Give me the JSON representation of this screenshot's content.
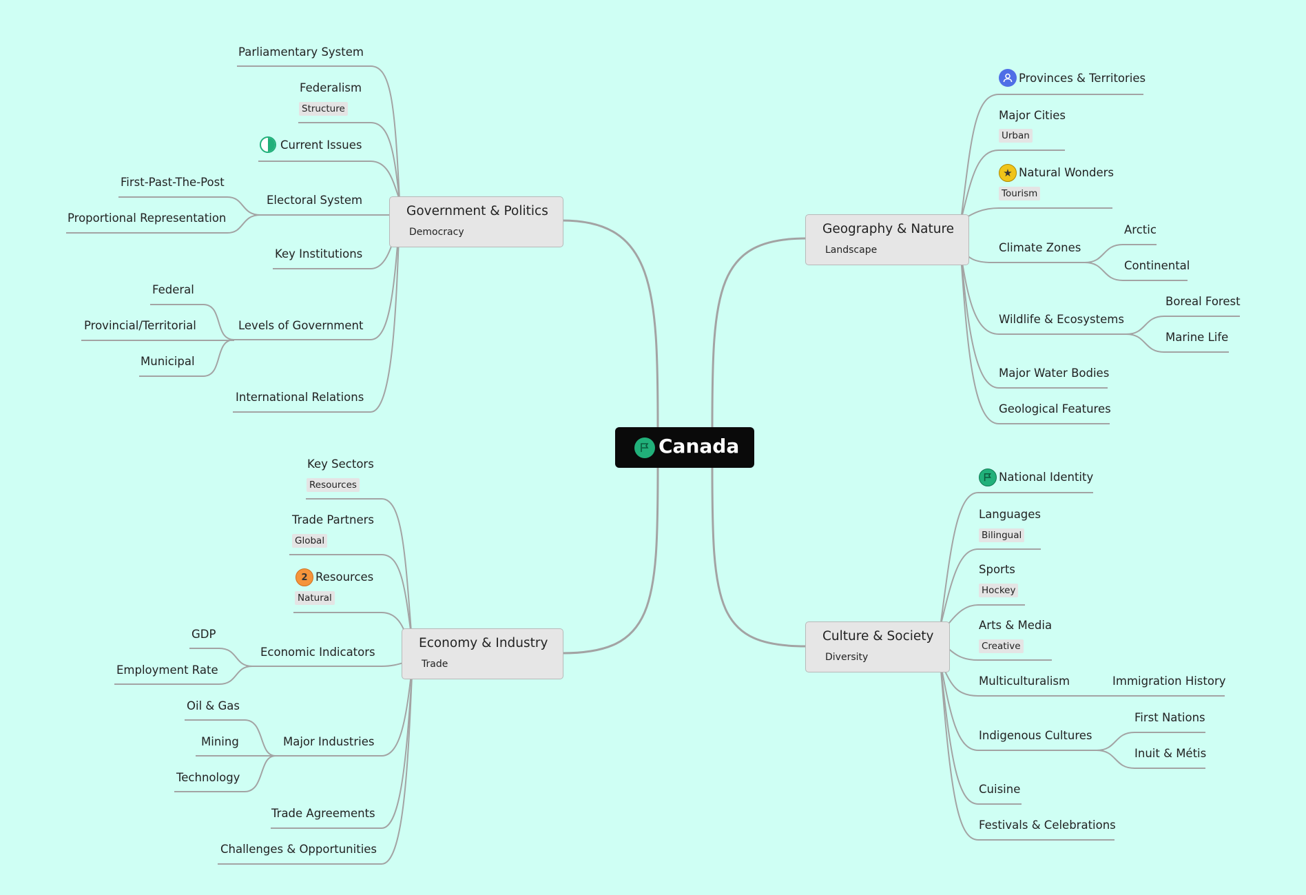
{
  "root": {
    "title": "Canada",
    "icon": "flag-icon",
    "icon_color": "#21b07a"
  },
  "branches": {
    "government": {
      "title": "Government & Politics",
      "tag": "Democracy",
      "children": {
        "parliamentary": "Parliamentary System",
        "federalism": "Federalism",
        "federalism_tag": "Structure",
        "current_issues": "Current Issues",
        "electoral": "Electoral System",
        "fptp": "First-Past-The-Post",
        "pr": "Proportional Representation",
        "institutions": "Key Institutions",
        "levels": "Levels of Government",
        "federal": "Federal",
        "provincial": "Provincial/Territorial",
        "municipal": "Municipal",
        "international": "International Relations"
      }
    },
    "geography": {
      "title": "Geography & Nature",
      "tag": "Landscape",
      "children": {
        "provinces": "Provinces & Territories",
        "cities": "Major Cities",
        "cities_tag": "Urban",
        "wonders": "Natural Wonders",
        "wonders_tag": "Tourism",
        "climate": "Climate Zones",
        "arctic": "Arctic",
        "continental": "Continental",
        "wildlife": "Wildlife & Ecosystems",
        "boreal": "Boreal Forest",
        "marine": "Marine Life",
        "water": "Major Water Bodies",
        "geological": "Geological Features"
      }
    },
    "economy": {
      "title": "Economy & Industry",
      "tag": "Trade",
      "children": {
        "sectors": "Key Sectors",
        "sectors_tag": "Resources",
        "partners": "Trade Partners",
        "partners_tag": "Global",
        "resources": "Resources",
        "resources_tag": "Natural",
        "resources_badge": "2",
        "indicators": "Economic Indicators",
        "gdp": "GDP",
        "employment": "Employment Rate",
        "industries": "Major Industries",
        "oil": "Oil & Gas",
        "mining": "Mining",
        "tech": "Technology",
        "agreements": "Trade Agreements",
        "challenges": "Challenges & Opportunities"
      }
    },
    "culture": {
      "title": "Culture & Society",
      "tag": "Diversity",
      "children": {
        "identity": "National Identity",
        "languages": "Languages",
        "languages_tag": "Bilingual",
        "sports": "Sports",
        "sports_tag": "Hockey",
        "arts": "Arts & Media",
        "arts_tag": "Creative",
        "multi": "Multiculturalism",
        "immigration": "Immigration History",
        "indigenous": "Indigenous Cultures",
        "first_nations": "First Nations",
        "inuit": "Inuit & Métis",
        "cuisine": "Cuisine",
        "festivals": "Festivals & Celebrations"
      }
    }
  },
  "icons": {
    "provinces": {
      "name": "person-icon",
      "color": "#4f6ee6"
    },
    "wonders": {
      "name": "star-icon",
      "color": "#f0c419"
    },
    "current_issues": {
      "name": "half-circle-icon",
      "color": "#21b07a"
    },
    "identity": {
      "name": "flag-icon",
      "color": "#21b07a"
    },
    "resources": {
      "name": "number-badge-icon",
      "color": "#f5943b"
    }
  },
  "colors": {
    "background": "#cffff4",
    "edge": "#a0a0a0",
    "node_fill": "#e6e6e6",
    "root_fill": "#0a0a0a"
  }
}
